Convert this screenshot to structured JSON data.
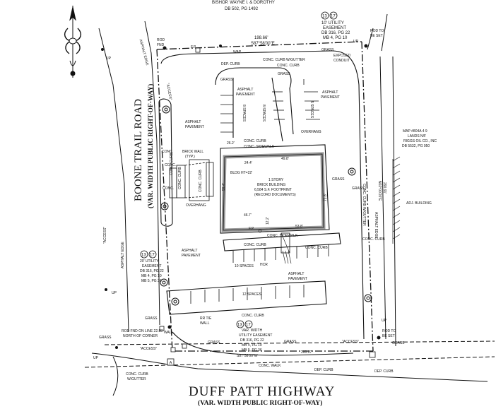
{
  "adjoiner_top": {
    "line1": "BISHOP, WAYNE I. & DOROTHY",
    "line2": "DB 502, PG 1492"
  },
  "top_easement": {
    "callouts": [
      "13",
      "17"
    ],
    "line1": "10' UTILITY",
    "line2": "EASEMENT",
    "line3": "DB 316, PG 22",
    "line4": "MB 4, PG 10"
  },
  "rod_to_be_set_top": {
    "line1": "ROD TO",
    "line2": "BE SET"
  },
  "rod_fnd_top": {
    "line1": "ROD",
    "line2": "FND"
  },
  "north_bearing": {
    "line1": "198.66'",
    "line2": "S87°58'00\"E"
  },
  "asphalt_edge_top": "ASPHALT EDGE",
  "fp_top": "F.P.",
  "wap": "WAP",
  "grass_top_right": "GRASS",
  "exposed_conduit": {
    "line1": "EXPOSED",
    "line2": "CONDUIT"
  },
  "conc_curb_gutter_top": "CONC. CURB W/GUTTER",
  "dep_curb_top": "DEP. CURB",
  "conc_curb_label": "CONC. CURB",
  "grass": "GRASS",
  "asphalt_pavement": {
    "line1": "ASPHALT",
    "line2": "PAVEMENT"
  },
  "spaces_8": "8 SPACES",
  "spaces_5": "5 SPACES",
  "overhang": "OVERHANG",
  "conc_sidewalk": "CONC. SIDEWALK",
  "brick_wall": {
    "line1": "BRICK WALL",
    "line2": "(TYP.)"
  },
  "conc_label": "CONC.",
  "building": {
    "line1": "1 STORY",
    "line2": "BRICK BUILDING",
    "line3": "6,584 S.F. FOOTPRINT",
    "line4": "(RECORD DOCUMENTS)",
    "height": "BLDG HT=22'"
  },
  "dims": {
    "d26": "26.2'",
    "d24": "24.4'",
    "d49": "49.8'",
    "d59": "59.4'",
    "d71": "71.8'",
    "d46": "46.7'",
    "d12": "12.2'",
    "d53": "53.8'"
  },
  "fp": "F.P.",
  "road_left": {
    "name": "BOONE TRAIL ROAD",
    "sub": "(VAR. WIDTH PUBLIC RIGHT-OF-WAY)"
  },
  "road_bottom": {
    "name": "DUFF PATT HIGHWAY",
    "sub": "(VAR. WIDTH PUBLIC RIGHT-OF-WAY)"
  },
  "access": "\"ACCESS\"",
  "left_easement": {
    "callouts": [
      "13",
      "17"
    ],
    "line1": "20' UTILITY",
    "line2": "EASEMENT",
    "line3": "DB 316, PG 22",
    "line4": "MB 4, PG 10",
    "line5": "MB 5, PG 36"
  },
  "bottom_easement": {
    "callouts": [
      "13",
      "17"
    ],
    "line1": "VAR. WIDTH",
    "line2": "UTILITY EASEMENT",
    "line3": "DB 316, PG 22",
    "line4": "MB 4, PG 10",
    "line5": "MB 5, PG 36"
  },
  "rod_fnd_bottom": {
    "line1": "ROD FND ON LINE 22.85'",
    "line2": "NORTH OF CORNER"
  },
  "rr_tie_wall": {
    "line1": "RR TIE",
    "line2": "WALL"
  },
  "bottom_bearing": {
    "line1": "200.07'",
    "line2": "S87°58'00\"W"
  },
  "rod_to_be_set_bottom": {
    "line1": "ROD TO",
    "line2": "BE SET"
  },
  "dep_curb": "DEP. CURB",
  "conc_curb_gutter_bl": {
    "line1": "CONC. CURB",
    "line2": "W/GUTTER"
  },
  "conc_walk": "CONC. WALK",
  "spaces_10": "10 SPACES",
  "spaces_12": "12 SPACES",
  "hcr": "HCR",
  "map_block": {
    "line1": "MAP #804A 4 9",
    "line2": "LANDS N/F",
    "line3": "RIGGS OIL CO., INC",
    "line4": "DB 5532, PG 950"
  },
  "adj_building": "ADJ. BUILDING",
  "right_bearing": {
    "line1": "290.91'",
    "line2": "N02°00'20\"E"
  },
  "asphalt_edge": "ASPHALT EDGE",
  "up": "UP",
  "wall": "WALL",
  "box_a": "A"
}
